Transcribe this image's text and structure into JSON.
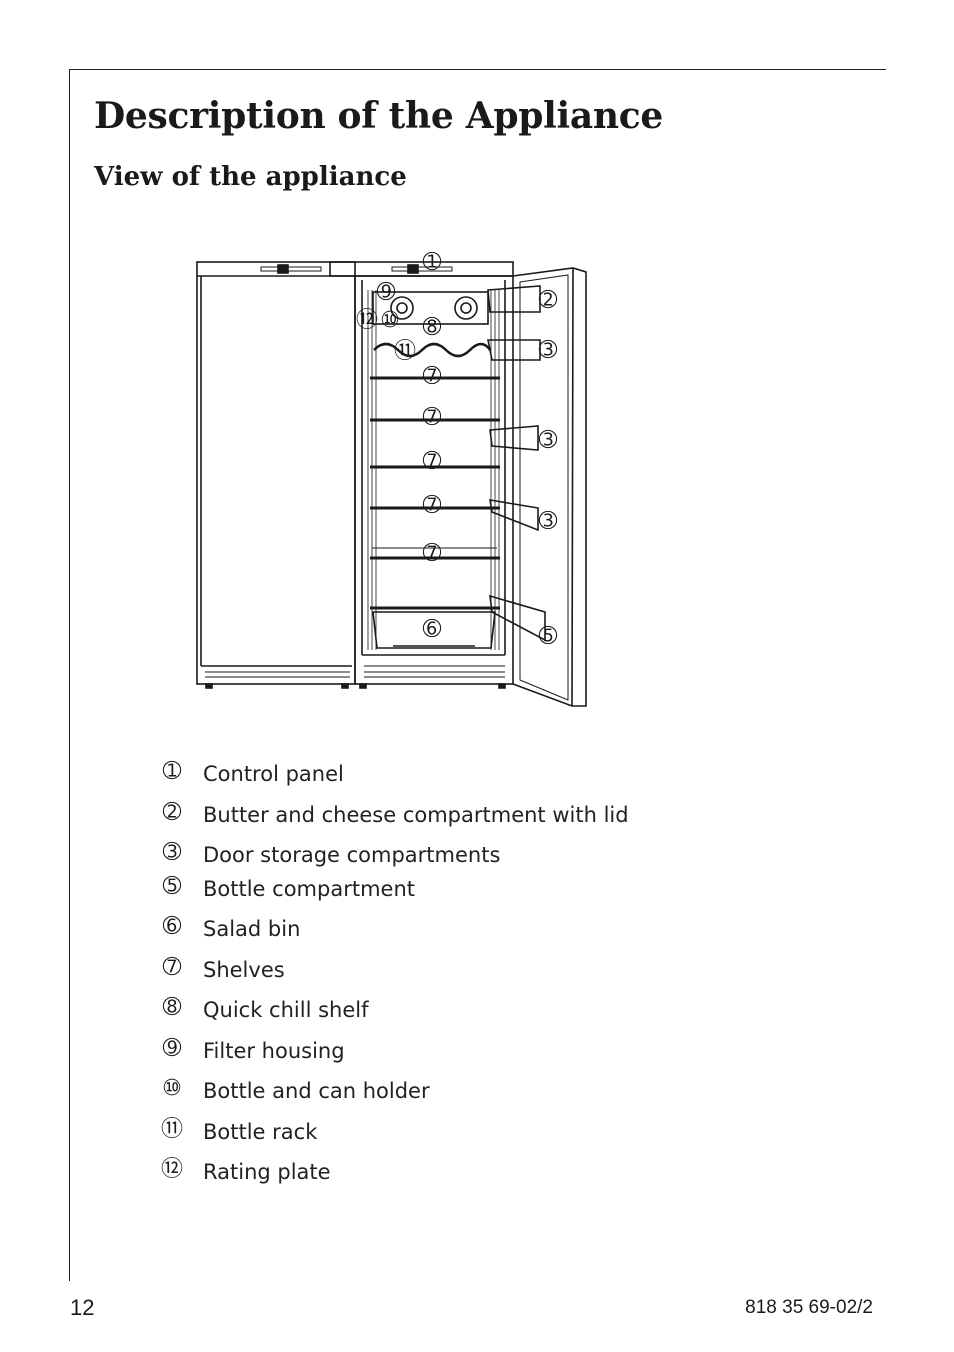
{
  "header": {
    "title": "Description of the Appliance",
    "subtitle": "View of the appliance"
  },
  "figure": {
    "callouts": [
      {
        "num": "➀"
      },
      {
        "num": "➁"
      },
      {
        "num": "➂"
      },
      {
        "num": "➂"
      },
      {
        "num": "➂"
      },
      {
        "num": "➄"
      },
      {
        "num": "➅"
      },
      {
        "num": "➆"
      },
      {
        "num": "➆"
      },
      {
        "num": "➆"
      },
      {
        "num": "➆"
      },
      {
        "num": "➆"
      },
      {
        "num": "➇"
      },
      {
        "num": "➈"
      },
      {
        "num": "⑩"
      },
      {
        "num": "⑪"
      },
      {
        "num": "⑫"
      }
    ]
  },
  "legend": {
    "items": [
      {
        "num": "➀",
        "label": "Control panel"
      },
      {
        "num": "➁",
        "label": "Butter and cheese compartment with lid"
      },
      {
        "num": "➂",
        "label": "Door storage compartments"
      },
      {
        "num": "➄",
        "label": "Bottle compartment"
      },
      {
        "num": "➅",
        "label": "Salad bin"
      },
      {
        "num": "➆",
        "label": "Shelves"
      },
      {
        "num": "➇",
        "label": "Quick chill shelf"
      },
      {
        "num": "➈",
        "label": "Filter housing"
      },
      {
        "num": "⑩",
        "label": "Bottle and can holder"
      },
      {
        "num": "⑪",
        "label": "Bottle rack"
      },
      {
        "num": "⑫",
        "label": "Rating plate"
      }
    ]
  },
  "footer": {
    "page_number": "12",
    "doc_code": "818 35 69-02/2"
  }
}
